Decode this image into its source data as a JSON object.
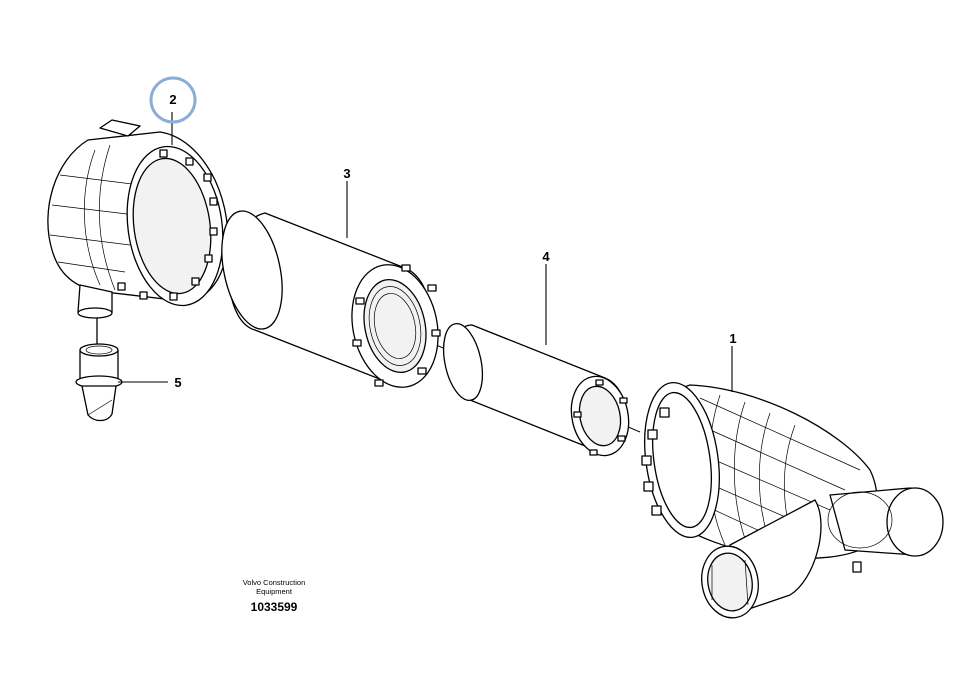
{
  "callouts": [
    {
      "id": "1",
      "label": "1"
    },
    {
      "id": "2",
      "label": "2",
      "highlighted": true
    },
    {
      "id": "3",
      "label": "3"
    },
    {
      "id": "4",
      "label": "4"
    },
    {
      "id": "5",
      "label": "5"
    }
  ],
  "highlight_color": "#8aaed6",
  "footer": {
    "line1": "Volvo Construction",
    "line2": "Equipment",
    "drawing_number": "1033599"
  }
}
